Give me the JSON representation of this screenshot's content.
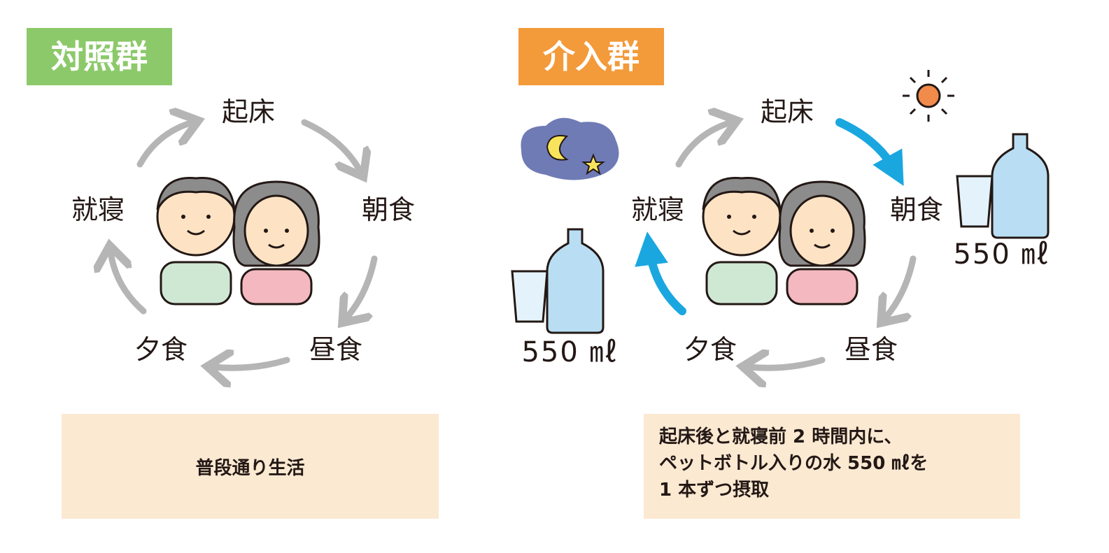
{
  "control": {
    "title": "対照群",
    "title_color": "#8cc96a",
    "cycle": {
      "wake": "起床",
      "breakfast": "朝食",
      "lunch": "昼食",
      "dinner": "夕食",
      "bed": "就寝"
    },
    "note": "普段通り生活"
  },
  "intervention": {
    "title": "介入群",
    "title_color": "#f39a3a",
    "cycle": {
      "wake": "起床",
      "breakfast": "朝食",
      "lunch": "昼食",
      "dinner": "夕食",
      "bed": "就寝"
    },
    "morning_volume": "550 ㎖",
    "night_volume": "550 ㎖",
    "note_lines": [
      "起床後と就寝前 2 時間内に、",
      "ペットボトル入りの水 550 ㎖を",
      "1 本ずつ摂取"
    ]
  },
  "colors": {
    "arrow_gray": "#b5b5b5",
    "arrow_blue": "#1aa7e0",
    "note_bg": "#fbe9d2"
  }
}
